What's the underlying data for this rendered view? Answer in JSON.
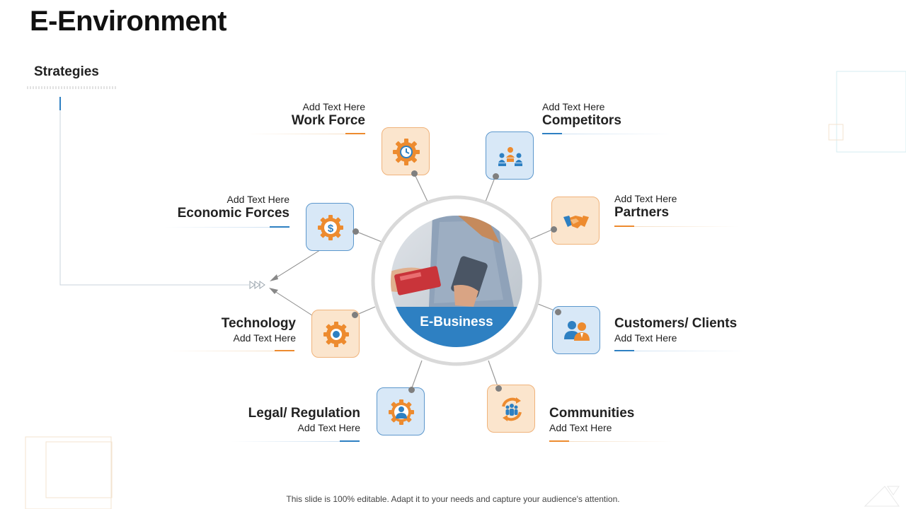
{
  "slide": {
    "title": "E-Environment",
    "subtitle": "Strategies",
    "footer": "This slide is 100% editable. Adapt it to your needs and capture your audience's attention."
  },
  "center": {
    "label": "E-Business"
  },
  "colors": {
    "orange": "#ed8b2f",
    "blue": "#2e80c2",
    "tile_orange_bg": "#fbe5cd",
    "tile_blue_bg": "#d8e8f7"
  },
  "items": [
    {
      "name": "Work Force",
      "text": "Add Text Here",
      "icon": "clock-gear-icon"
    },
    {
      "name": "Competitors",
      "text": "Add Text Here",
      "icon": "podium-people-icon"
    },
    {
      "name": "Economic Forces",
      "text": "Add Text Here",
      "icon": "dollar-gear-icon"
    },
    {
      "name": "Partners",
      "text": "Add Text Here",
      "icon": "handshake-icon"
    },
    {
      "name": "Technology",
      "text": "Add Text Here",
      "icon": "gear-icon"
    },
    {
      "name": "Customers/ Clients",
      "text": "Add Text Here",
      "icon": "customers-icon"
    },
    {
      "name": "Legal/ Regulation",
      "text": "Add Text Here",
      "icon": "person-gear-icon"
    },
    {
      "name": "Communities",
      "text": "Add Text Here",
      "icon": "community-cycle-icon"
    }
  ]
}
